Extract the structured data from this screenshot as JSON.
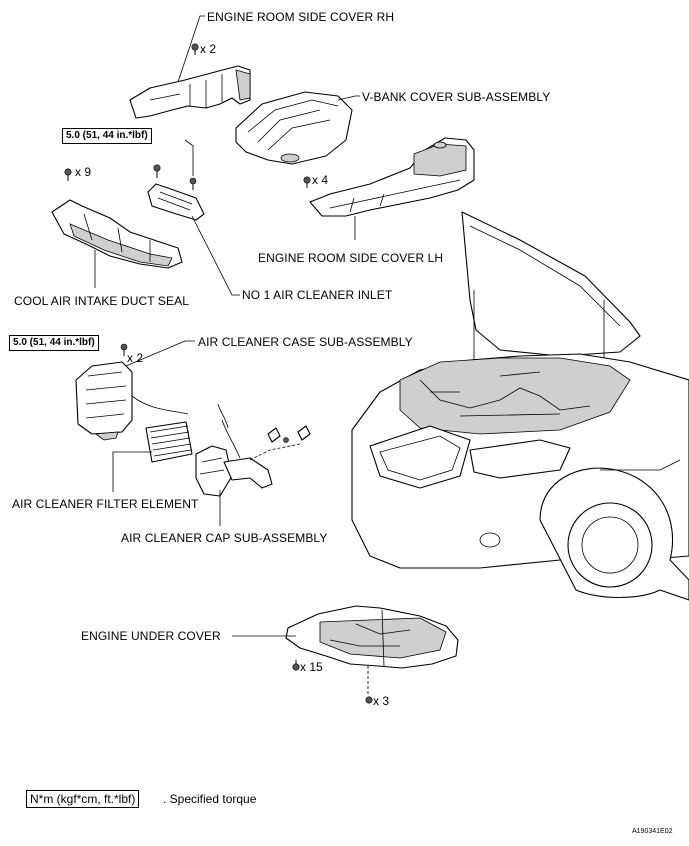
{
  "labels": {
    "engine_room_side_cover_rh": "ENGINE ROOM SIDE COVER RH",
    "v_bank_cover": "V-BANK COVER SUB-ASSEMBLY",
    "engine_room_side_cover_lh": "ENGINE ROOM SIDE COVER LH",
    "cool_air_intake_duct_seal": "COOL AIR INTAKE DUCT SEAL",
    "no1_air_cleaner_inlet": "NO  1 AIR CLEANER INLET",
    "air_cleaner_case": "AIR CLEANER CASE SUB-ASSEMBLY",
    "air_cleaner_filter_element": "AIR CLEANER FILTER ELEMENT",
    "air_cleaner_cap": "AIR CLEANER CAP SUB-ASSEMBLY",
    "engine_under_cover": "ENGINE UNDER COVER"
  },
  "quantities": {
    "rh_cover_clips": "x 2",
    "duct_seal_clips": "x 9",
    "lh_cover_clips": "x 4",
    "case_bolts": "x 2",
    "under_cover_clips": "x 15",
    "under_cover_bolts": "x 3"
  },
  "torques": {
    "inlet_bolt": "5.0 (51, 44 in.*lbf)",
    "case_bolt": "5.0 (51, 44 in.*lbf)"
  },
  "legend": {
    "box": "N*m (kgf*cm, ft.*lbf)",
    "text": ". Specified torque"
  },
  "figure_id": "A190341E02"
}
